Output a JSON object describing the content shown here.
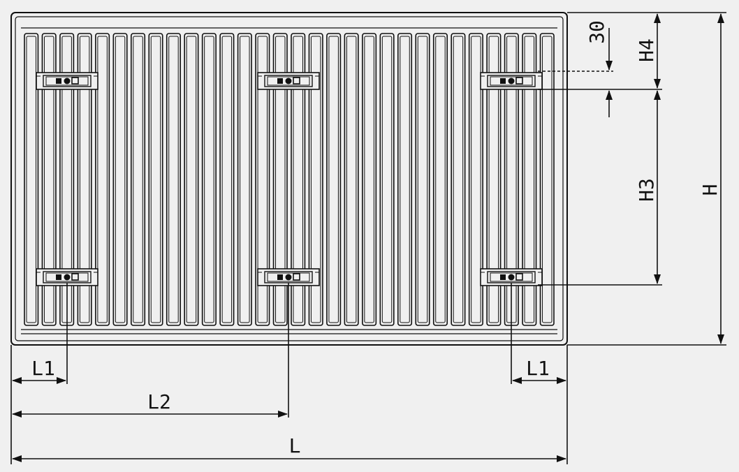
{
  "colors": {
    "line": "#111111",
    "background": "#f0f0f0"
  },
  "dimensions": {
    "L": "L",
    "L1_left": "L1",
    "L1_right": "L1",
    "L2": "L2",
    "H": "H",
    "H3": "H3",
    "H4": "H4",
    "offset_30": "30"
  },
  "radiator": {
    "column_count": 30,
    "bracket_positions": [
      "left",
      "center",
      "right"
    ]
  }
}
